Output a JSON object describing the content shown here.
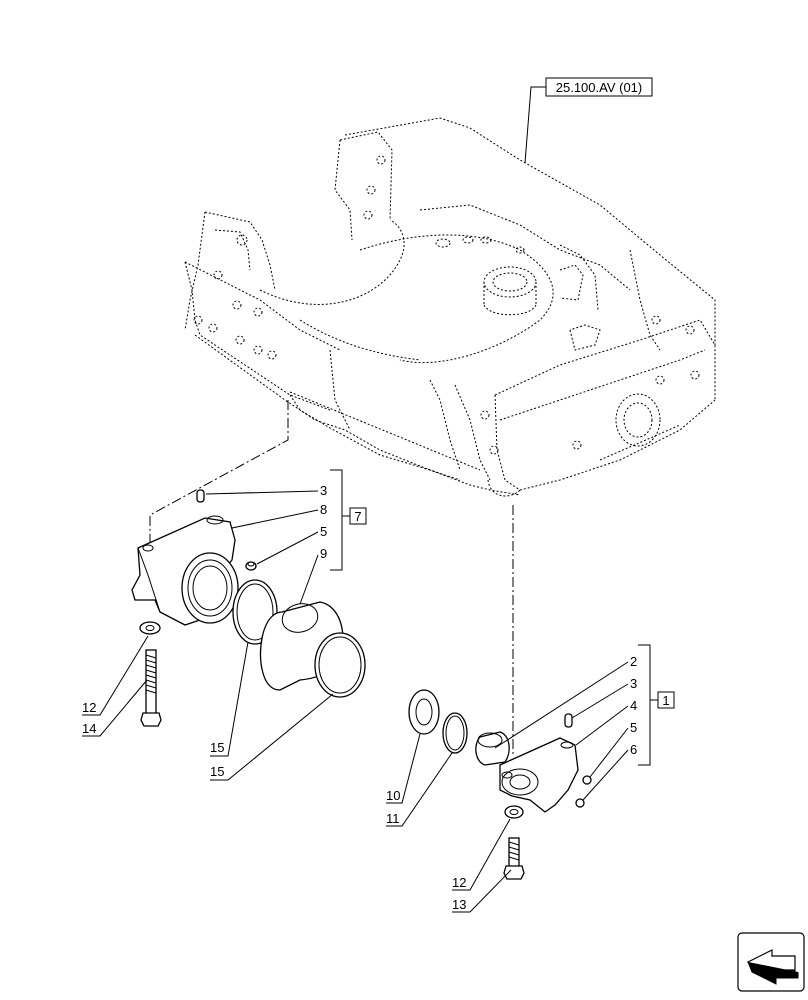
{
  "reference_box": "25.100.AV (01)",
  "groups": [
    {
      "id": "7",
      "items": [
        "3",
        "8",
        "5",
        "9"
      ]
    },
    {
      "id": "1",
      "items": [
        "2",
        "3",
        "4",
        "5",
        "6"
      ]
    }
  ],
  "callouts": {
    "left_group": [
      "3",
      "8",
      "5",
      "9"
    ],
    "left_bolt": [
      "12",
      "14"
    ],
    "left_rings": [
      "15",
      "15"
    ],
    "right_group": [
      "2",
      "3",
      "4",
      "5",
      "6"
    ],
    "right_rings": [
      "10",
      "11"
    ],
    "right_bolt": [
      "12",
      "13"
    ]
  },
  "nav_icon": "arrow-navigation-icon"
}
